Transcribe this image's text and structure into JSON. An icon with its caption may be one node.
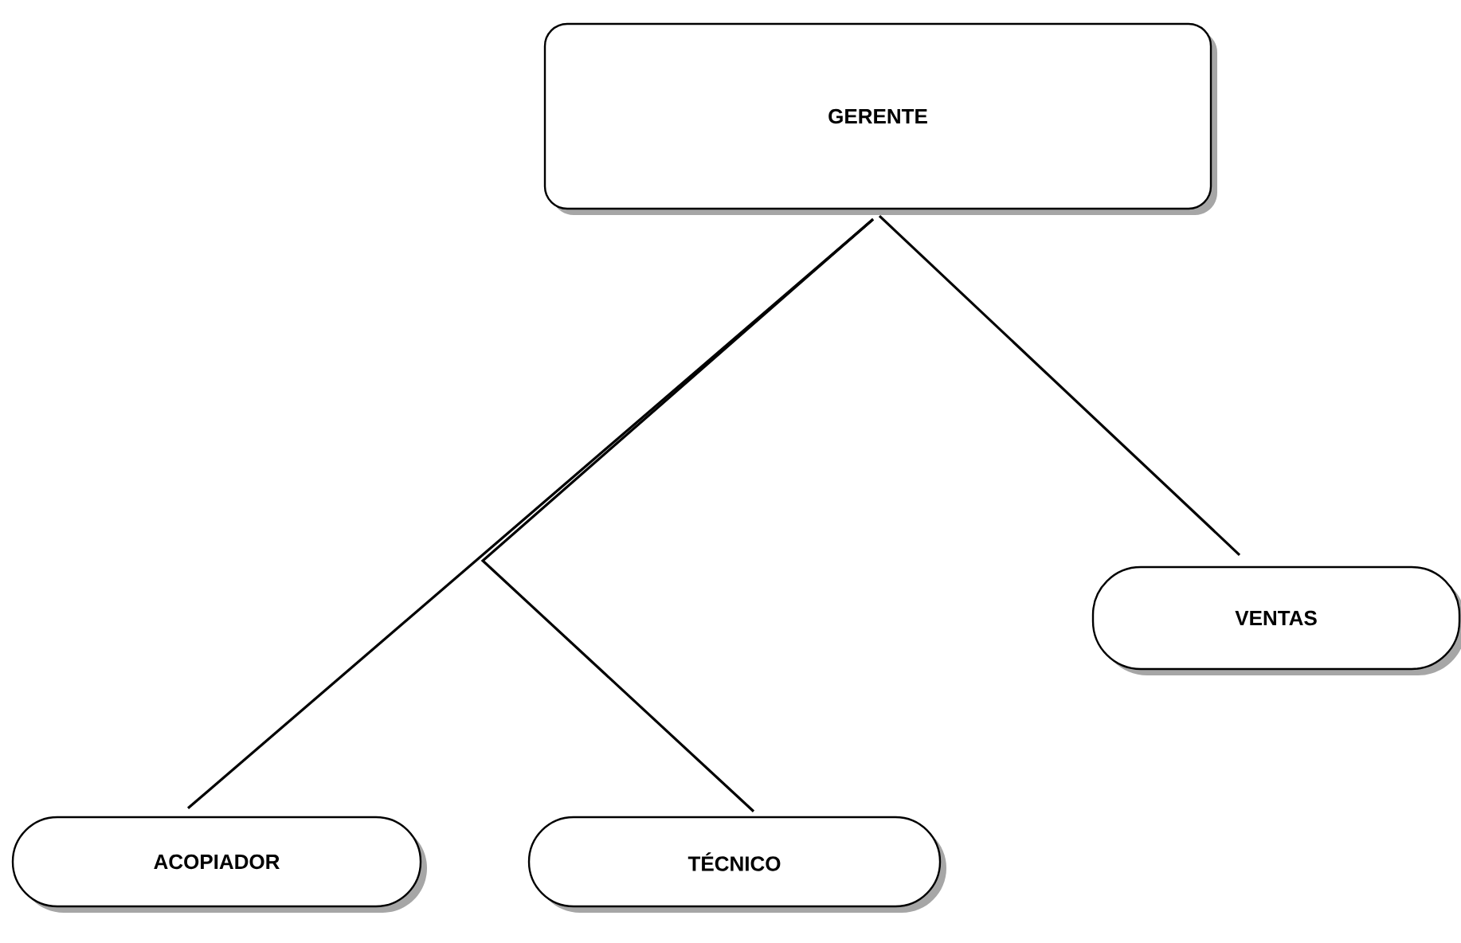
{
  "diagram": {
    "nodes": [
      {
        "text": [
          "GERENTE"
        ]
      },
      {
        "text": [
          "VENTAS"
        ]
      },
      {
        "text": [
          "ACOPIADOR"
        ]
      },
      {
        "text": [
          "TÉCNICO"
        ]
      }
    ],
    "edges": [
      {
        "from": 0,
        "to": 2,
        "arrow": "none"
      },
      {
        "from": 0,
        "to": 3,
        "arrow": "none"
      },
      {
        "from": 0,
        "to": 1,
        "arrow": "none"
      }
    ]
  }
}
